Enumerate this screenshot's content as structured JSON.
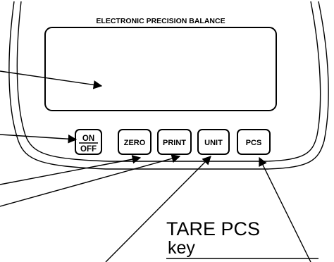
{
  "panel": {
    "title": "ELECTRONIC  PRECISION BALANCE"
  },
  "keys": {
    "on_label": "ON",
    "off_label": "OFF",
    "zero_label": "ZERO",
    "print_label": "PRINT",
    "unit_label": "UNIT",
    "pcs_label": "PCS"
  },
  "callout": {
    "line1": "TARE PCS",
    "line2": "key"
  }
}
